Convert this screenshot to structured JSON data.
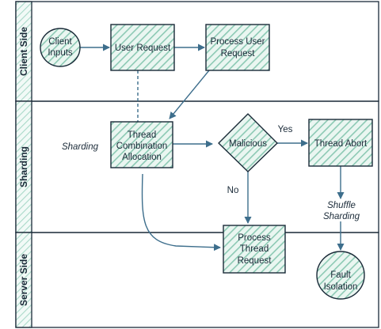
{
  "lanes": [
    {
      "id": "client",
      "title": "Client Side"
    },
    {
      "id": "sharding",
      "title": "Sharding"
    },
    {
      "id": "server",
      "title": "Server Side"
    }
  ],
  "nodes": {
    "client_inputs": [
      "Client",
      "Inputs"
    ],
    "user_request": [
      "User Request"
    ],
    "process_user_request": [
      "Process User",
      "Request"
    ],
    "thread_combination": [
      "Thread",
      "Combination",
      "Allocation"
    ],
    "malicious": [
      "Malicious"
    ],
    "thread_abort": [
      "Thread Abort"
    ],
    "process_thread_request": [
      "Process",
      "Thread",
      "Request"
    ],
    "fault_isolation": [
      "Fault",
      "Isolation"
    ]
  },
  "annotations": {
    "sharding": "Sharding",
    "shuffle_sharding": [
      "Shuffle",
      "Sharding"
    ]
  },
  "edge_labels": {
    "yes": "Yes",
    "no": "No"
  },
  "colors": {
    "stroke": "#1a2a38",
    "fill": "#a8d8c8",
    "edge": "#3d6e8c",
    "lane_header": "#cfe9e1"
  }
}
